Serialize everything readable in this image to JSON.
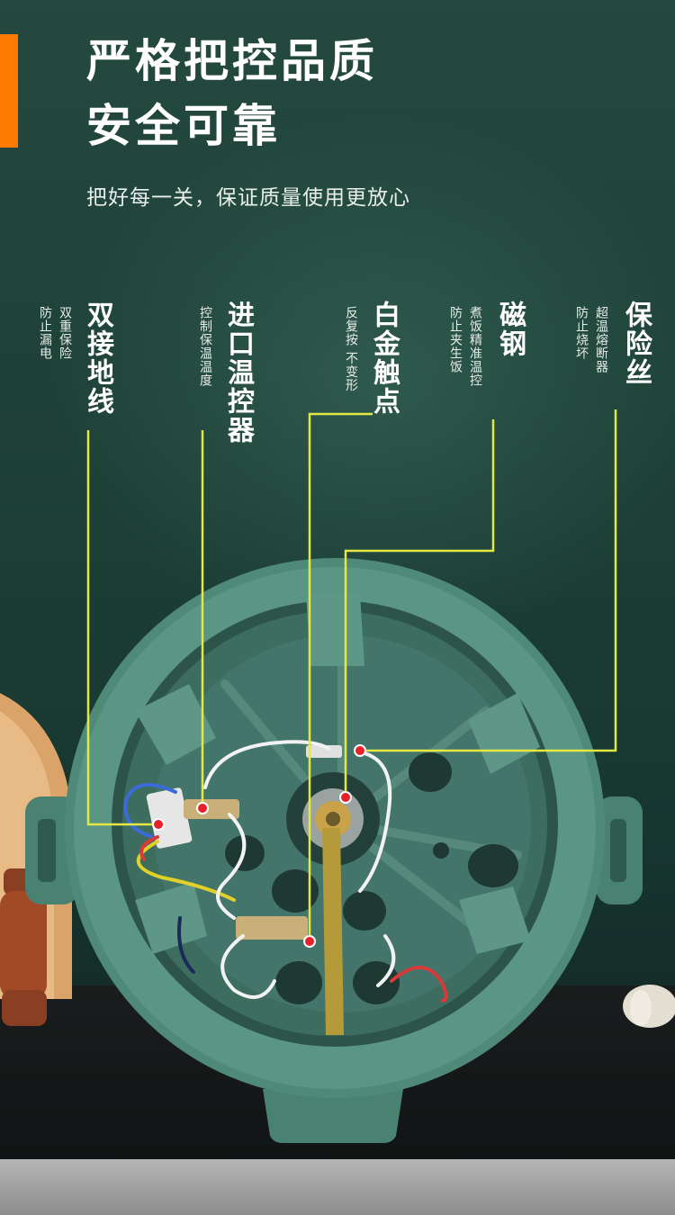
{
  "header": {
    "title_line1": "严格把控品质",
    "title_line2": "安全可靠",
    "subtitle": "把好每一关，保证质量使用更放心"
  },
  "features": [
    {
      "name": "双接地线",
      "desc_line1": "双重保险",
      "desc_line2": "防止漏电"
    },
    {
      "name": "进口温控器",
      "desc_line1": "控制保温温度"
    },
    {
      "name": "白金触点",
      "desc_line1": "反复按 不变形"
    },
    {
      "name": "磁钢",
      "desc_line1": "煮饭精准温控",
      "desc_line2": "防止夹生饭"
    },
    {
      "name": "保险丝",
      "desc_line1": "超温熔断器",
      "desc_line2": "防止烧坏"
    }
  ],
  "colors": {
    "accent": "#ff7a00",
    "callout_line": "#e4e845",
    "callout_dot": "#e8202a",
    "appliance_shell": "#4f8a78",
    "background": "#1d3f36"
  }
}
